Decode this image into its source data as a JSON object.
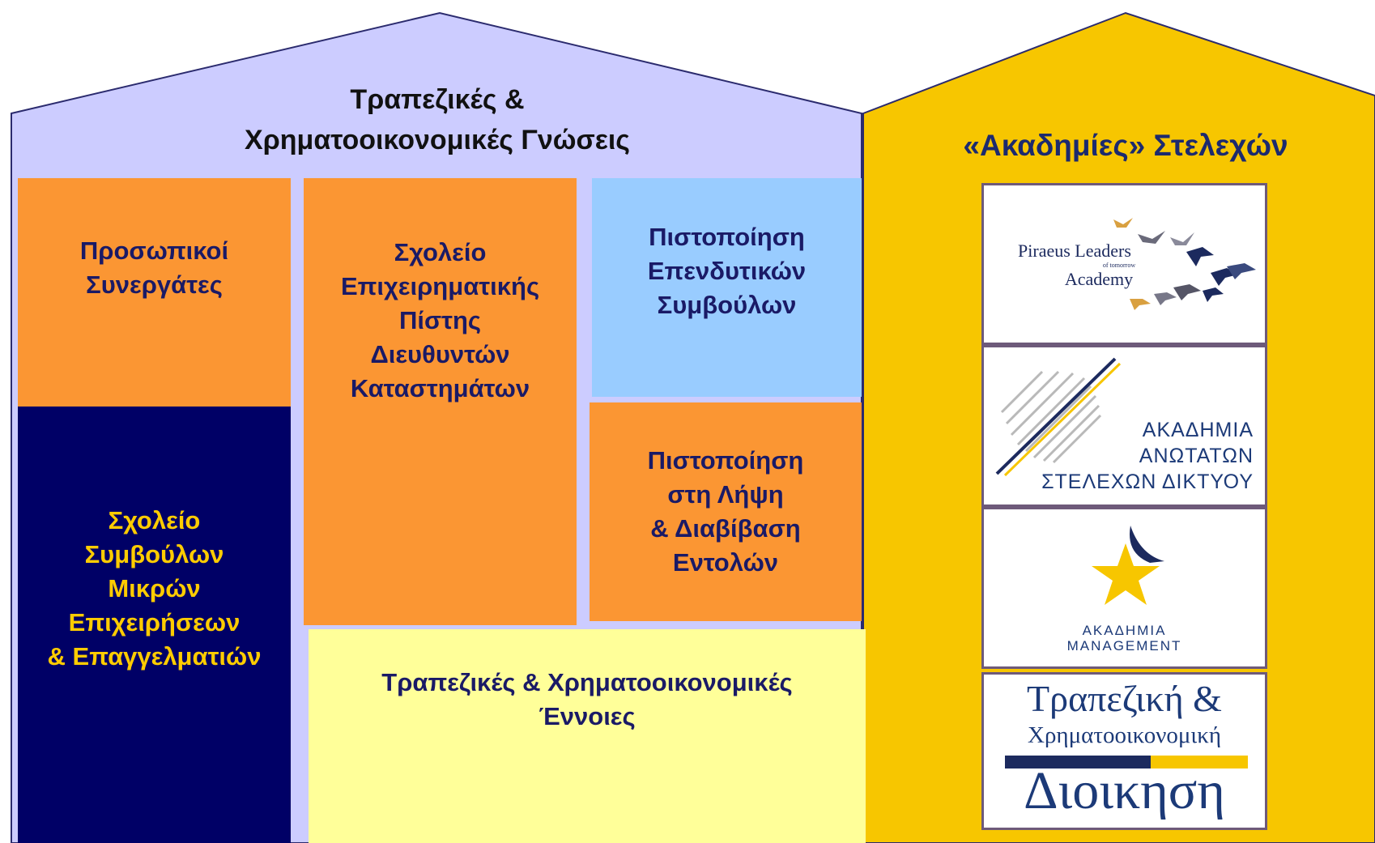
{
  "left_house": {
    "title": "Τραπεζικές &\nΧρηματοοικονομικές Γνώσεις",
    "roof_color": "#ccccff"
  },
  "right_house": {
    "title": "«Ακαδημίες» Στελεχών",
    "roof_color": "#f7c600"
  },
  "boxes": {
    "personal_partners": {
      "label": "Προσωπικοί\nΣυνεργάτες",
      "color": "#fb9633"
    },
    "small_business_school": {
      "label": "Σχολείο\nΣυμβούλων\nΜικρών\nΕπιχειρήσεων\n& Επαγγελματιών",
      "color": "#000066",
      "text_color": "#ffcc00"
    },
    "business_credit_school": {
      "label": "Σχολείο\nΕπιχειρηματικής\nΠίστης\nΔιευθυντών\nΚαταστημάτων",
      "color": "#fb9633"
    },
    "investment_advisors_cert": {
      "label": "Πιστοποίηση\nΕπενδυτικών\nΣυμβούλων",
      "color": "#99ccff"
    },
    "order_cert": {
      "label": "Πιστοποίηση\nστη Λήψη\n& Διαβίβαση\nΕντολών",
      "color": "#fb9633"
    },
    "banking_concepts": {
      "label": "Τραπεζικές & Χρηματοοικονομικές\nΈννοιες",
      "color": "#ffff99"
    }
  },
  "academies": [
    {
      "name": "Piraeus Leaders Academy",
      "line1": "Piraeus Leaders",
      "line2": "of tomorrow",
      "line3": "Academy",
      "icon": "flying-birds-icon"
    },
    {
      "name": "ΑΚΑΔΗΜΙΑ ΑΝΩΤΑΤΩΝ ΣΤΕΛΕΧΩΝ ΔΙΚΤΥΟΥ",
      "line1": "ΑΚΑΔΗΜΙΑ",
      "line2": "ΑΝΩΤΑΤΩΝ",
      "line3": "ΣΤΕΛΕΧΩΝ ΔΙΚΤΥΟΥ",
      "icon": "diagonal-lines-icon",
      "text_color": "#1c3a78"
    },
    {
      "name": "ΑΚΑΔΗΜΙΑ MANAGEMENT",
      "line1": "ΑΚΑΔΗΜΙΑ",
      "line2": "MANAGEMENT",
      "icon": "star-icon",
      "text_color": "#1c3a78"
    },
    {
      "name": "Τραπεζική & Χρηματοοικονομική Διοικηση",
      "line1": "Τραπεζική &",
      "line2": "Χρηματοοικονομική",
      "line3": "Διοικηση",
      "text_color": "#1c3a78",
      "accent": "#f7c600"
    }
  ]
}
